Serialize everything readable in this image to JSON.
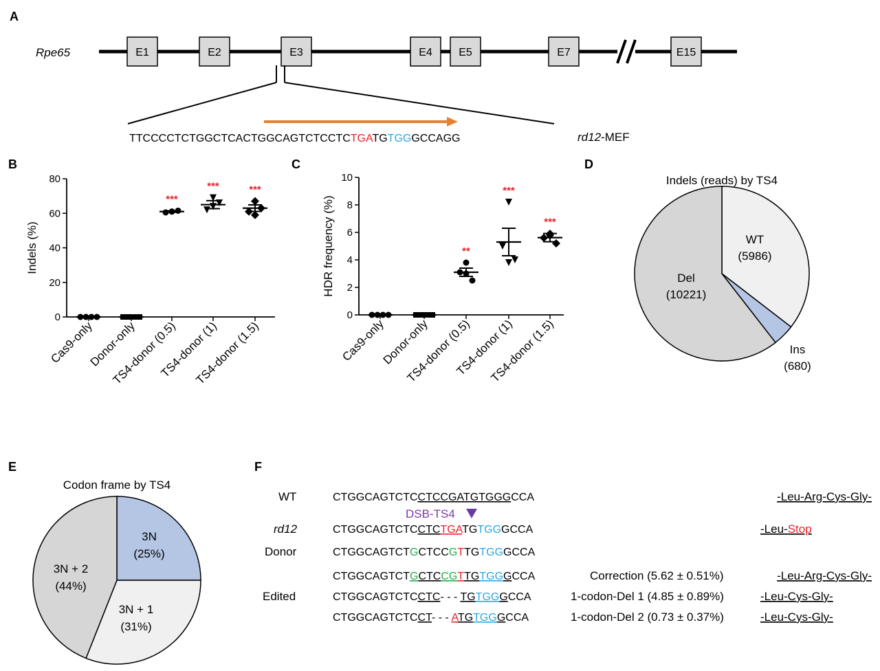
{
  "panels": {
    "A": "A",
    "B": "B",
    "C": "C",
    "D": "D",
    "E": "E",
    "F": "F"
  },
  "panelA": {
    "gene": "Rpe65",
    "exons": [
      "E1",
      "E2",
      "E3",
      "E4",
      "E5",
      "E7",
      "E15"
    ],
    "seq_pre": "TTCCCCTCTGGCTCACTGGCAGTCTCCTC",
    "seq_tga": "TGA",
    "seq_tg": "TG",
    "seq_pam": "TGG",
    "seq_post": "GCCAGG",
    "cell_italic": "rd12",
    "cell_rest": "-MEF"
  },
  "panelB": {
    "ylabel": "Indels (%)",
    "yticks": [
      "0",
      "20",
      "40",
      "60",
      "80"
    ],
    "categories": [
      "Cas9-only",
      "Donor-only",
      "TS4-donor (0.5)",
      "TS4-donor (1)",
      "TS4-donor (1.5)"
    ],
    "sig": [
      "",
      "",
      "***",
      "***",
      "***"
    ]
  },
  "panelC": {
    "ylabel": "HDR frequency (%)",
    "yticks": [
      "0",
      "2",
      "4",
      "6",
      "8",
      "10"
    ],
    "categories": [
      "Cas9-only",
      "Donor-only",
      "TS4-donor (0.5)",
      "TS4-donor (1)",
      "TS4-donor (1.5)"
    ],
    "sig": [
      "",
      "",
      "**",
      "***",
      "***"
    ]
  },
  "panelD": {
    "title": "Indels (reads) by TS4",
    "slices": [
      {
        "name": "WT",
        "count": "(5986)",
        "color": "#f0f0f0"
      },
      {
        "name": "Ins",
        "count": "(680)",
        "color": "#b4c6e4"
      },
      {
        "name": "Del",
        "count": "(10221)",
        "color": "#d6d6d6"
      }
    ]
  },
  "panelE": {
    "title": "Codon frame by TS4",
    "slices": [
      {
        "name": "3N",
        "pct": "(25%)",
        "color": "#b4c6e4"
      },
      {
        "name": "3N + 1",
        "pct": "(31%)",
        "color": "#f0f0f0"
      },
      {
        "name": "3N + 2",
        "pct": "(44%)",
        "color": "#d6d6d6"
      }
    ]
  },
  "panelF": {
    "labels": {
      "wt": "WT",
      "rd12": "rd12",
      "donor": "Donor",
      "edited": "Edited"
    },
    "dsb": "DSB-TS4",
    "notes": {
      "correction": "Correction (5.62 ± 0.51%)",
      "del1": "1-codon-Del 1 (4.85 ± 0.89%)",
      "del2": "1-codon-Del 2 (0.73 ± 0.37%)"
    },
    "aa": {
      "wt": "-Leu-Arg-Cys-Gly-",
      "rd12_a": "-Leu-",
      "rd12_b": "Stop",
      "correction": "-Leu-Arg-Cys-Gly-",
      "del1": "-Leu-Cys-Gly-",
      "del2": "-Leu-Cys-Gly-"
    }
  },
  "chart_data": [
    {
      "type": "scatter",
      "panel": "B",
      "ylabel": "Indels (%)",
      "ylim": [
        0,
        80
      ],
      "categories": [
        "Cas9-only",
        "Donor-only",
        "TS4-donor (0.5)",
        "TS4-donor (1)",
        "TS4-donor (1.5)"
      ],
      "points": [
        [
          0,
          0,
          0,
          0
        ],
        [
          0,
          0,
          0,
          0
        ],
        [
          61,
          60.5,
          61.5,
          61
        ],
        [
          69,
          62,
          66,
          64
        ],
        [
          67,
          61,
          63,
          59
        ]
      ],
      "means": [
        0,
        0,
        61,
        65,
        63
      ],
      "sem": [
        0,
        0,
        0.4,
        2.3,
        1.9
      ],
      "significance": [
        "",
        "",
        "***",
        "***",
        "***"
      ]
    },
    {
      "type": "scatter",
      "panel": "C",
      "ylabel": "HDR frequency (%)",
      "ylim": [
        0,
        10
      ],
      "categories": [
        "Cas9-only",
        "Donor-only",
        "TS4-donor (0.5)",
        "TS4-donor (1)",
        "TS4-donor (1.5)"
      ],
      "points": [
        [
          0,
          0,
          0,
          0
        ],
        [
          0,
          0,
          0,
          0
        ],
        [
          3.8,
          3.1,
          2.5,
          3.0
        ],
        [
          8.2,
          5.0,
          4.0,
          3.8
        ],
        [
          5.9,
          5.6,
          5.2,
          5.8
        ]
      ],
      "means": [
        0,
        0,
        3.1,
        5.3,
        5.62
      ],
      "sem": [
        0,
        0,
        0.3,
        1.0,
        0.3
      ],
      "significance": [
        "",
        "",
        "**",
        "***",
        "***"
      ]
    },
    {
      "type": "pie",
      "panel": "D",
      "title": "Indels (reads) by TS4",
      "labels": [
        "WT",
        "Ins",
        "Del"
      ],
      "values": [
        5986,
        680,
        10221
      ]
    },
    {
      "type": "pie",
      "panel": "E",
      "title": "Codon frame by TS4",
      "labels": [
        "3N",
        "3N + 1",
        "3N + 2"
      ],
      "values": [
        25,
        31,
        44
      ]
    }
  ]
}
